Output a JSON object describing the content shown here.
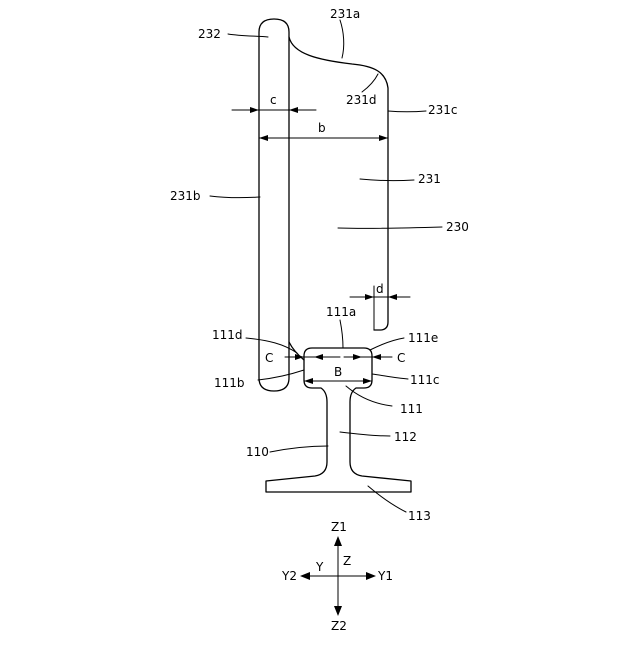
{
  "figure": {
    "colors": {
      "ink": "#000000",
      "background": "#ffffff"
    },
    "labels": {
      "232": "232",
      "231a": "231a",
      "231d": "231d",
      "231c": "231c",
      "c_small": "c",
      "b_small": "b",
      "231b": "231b",
      "231": "231",
      "230": "230",
      "d_small": "d",
      "111a": "111a",
      "111d": "111d",
      "111e": "111e",
      "C_left": "C",
      "C_right": "C",
      "B_big": "B",
      "111b": "111b",
      "111c": "111c",
      "111": "111",
      "112": "112",
      "110": "110",
      "113": "113"
    },
    "axes": {
      "Z1": "Z1",
      "Z2": "Z2",
      "Z": "Z",
      "Y": "Y",
      "Y1": "Y1",
      "Y2": "Y2"
    }
  }
}
